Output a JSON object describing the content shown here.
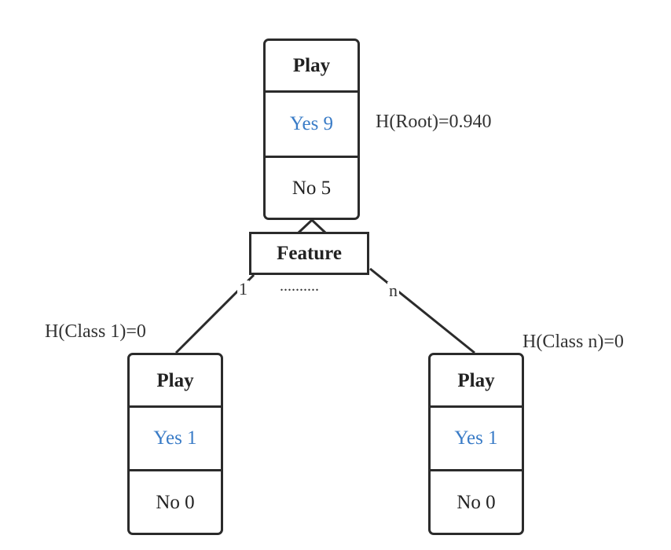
{
  "root": {
    "header": "Play",
    "yes": "Yes 9",
    "no": "No 5",
    "entropy": "H(Root)=0.940"
  },
  "feature": {
    "label": "Feature",
    "branch_left": "1",
    "branch_right": "n",
    "ellipsis": ".........."
  },
  "left_leaf": {
    "header": "Play",
    "yes": "Yes 1",
    "no": "No 0",
    "entropy": "H(Class 1)=0"
  },
  "right_leaf": {
    "header": "Play",
    "yes": "Yes 1",
    "no": "No 0",
    "entropy": "H(Class n)=0"
  },
  "colors": {
    "yes_text": "#3a7cc7",
    "stroke": "#2b2b2b"
  }
}
